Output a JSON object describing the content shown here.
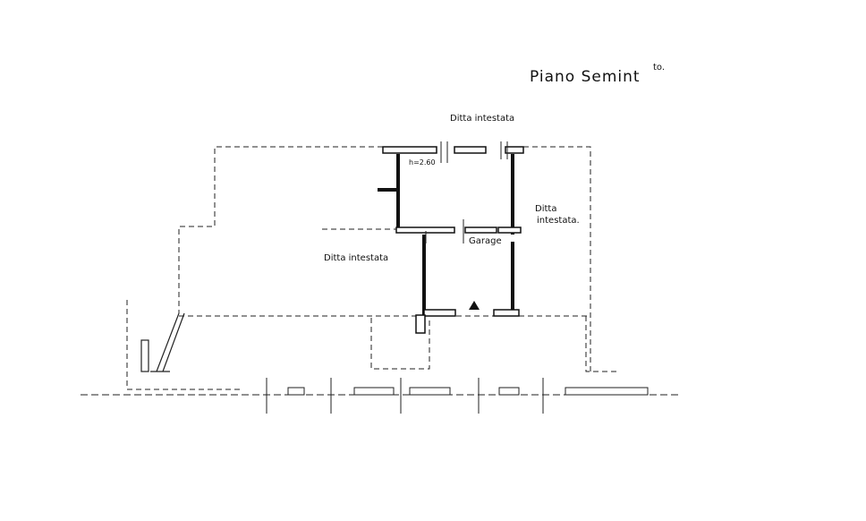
{
  "title": "Piano Semint",
  "title_superscript": "to.",
  "labels": {
    "top": "Ditta intestata",
    "right_line1": "Ditta",
    "right_line2": "intestata.",
    "left": "Ditta intestata",
    "height": "h=2.60",
    "garage": "Garage"
  }
}
